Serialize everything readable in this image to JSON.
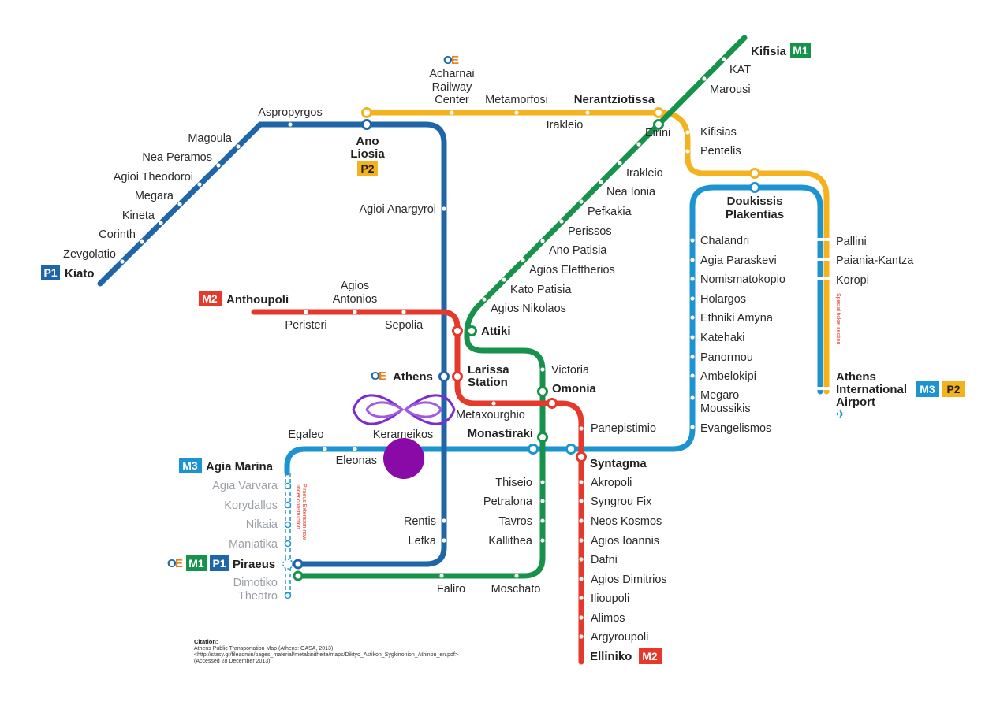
{
  "colors": {
    "m1": "#17924a",
    "m2": "#e53a2b",
    "m3": "#1c94d2",
    "p1": "#1f66a8",
    "p2": "#f4b21c",
    "logo_purple": "#8a0aa8"
  },
  "lines": {
    "m1": "M1",
    "m2": "M2",
    "m3": "M3",
    "p1": "P1",
    "p2": "P2"
  },
  "icons": {
    "ose": "ose-railway-logo-icon",
    "airplane": "airplane-icon",
    "logo": "butterfly-logo-icon"
  },
  "labels": {
    "kifisia": "Kifisia",
    "kat": "KAT",
    "marousi": "Marousi",
    "acharnai_1": "Acharnai",
    "acharnai_2": "Railway",
    "acharnai_3": "Center",
    "metamorfosi": "Metamorfosi",
    "nerantziotissa": "Nerantziotissa",
    "irakleio_p2": "Irakleio",
    "aspropyrgos": "Aspropyrgos",
    "magoula": "Magoula",
    "nea_peramos": "Nea Peramos",
    "agioi_theodoroi": "Agioi Theodoroi",
    "megara": "Megara",
    "kineta": "Kineta",
    "corinth": "Corinth",
    "zevgolatio": "Zevgolatio",
    "kiato": "Kiato",
    "ano_liosia_1": "Ano",
    "ano_liosia_2": "Liosia",
    "agioi_anargyroi": "Agioi Anargyroi",
    "kifisias": "Kifisias",
    "pentelis": "Pentelis",
    "eirini": "Eirini",
    "irakleio_m1": "Irakleio",
    "nea_ionia": "Nea Ionia",
    "pefkakia": "Pefkakia",
    "perissos": "Perissos",
    "ano_patisia": "Ano Patisia",
    "agios_eleftherios": "Agios Eleftherios",
    "kato_patisia": "Kato Patisia",
    "agios_nikolaos": "Agios Nikolaos",
    "attiki": "Attiki",
    "doukissis_1": "Doukissis",
    "doukissis_2": "Plakentias",
    "chalandri": "Chalandri",
    "agia_paraskevi": "Agia Paraskevi",
    "nomismatokopio": "Nomismatokopio",
    "holargos": "Holargos",
    "ethniki_amyna": "Ethniki Amyna",
    "katehaki": "Katehaki",
    "panormou": "Panormou",
    "ambelokipi": "Ambelokipi",
    "megaro_1": "Megaro",
    "megaro_2": "Moussikis",
    "evangelismos": "Evangelismos",
    "pallini": "Pallini",
    "paiania": "Paiania-Kantza",
    "koropi": "Koropi",
    "airport_1": "Athens",
    "airport_2": "International",
    "airport_3": "Airport",
    "special_ticket": "Special ticket section",
    "anthoupoli": "Anthoupoli",
    "agios_antonios_1": "Agios",
    "agios_antonios_2": "Antonios",
    "peristeri": "Peristeri",
    "sepolia": "Sepolia",
    "athens": "Athens",
    "larissa_1": "Larissa",
    "larissa_2": "Station",
    "victoria": "Victoria",
    "omonia": "Omonia",
    "metaxourghio": "Metaxourghio",
    "egaleo": "Egaleo",
    "kerameikos": "Kerameikos",
    "monastiraki": "Monastiraki",
    "panepistimio": "Panepistimio",
    "eleonas": "Eleonas",
    "agia_marina": "Agia Marina",
    "syntagma": "Syntagma",
    "agia_varvara": "Agia Varvara",
    "korydallos": "Korydallos",
    "nikaia": "Nikaia",
    "maniatika": "Maniatika",
    "piraeus": "Piraeus",
    "dimotiko_1": "Dimotiko",
    "dimotiko_2": "Theatro",
    "piraeus_ext_1": "Piraeus Extension now",
    "piraeus_ext_2": "under construction",
    "thiseio": "Thiseio",
    "petralona": "Petralona",
    "tavros": "Tavros",
    "kallithea": "Kallithea",
    "rentis": "Rentis",
    "lefka": "Lefka",
    "faliro": "Faliro",
    "moschato": "Moschato",
    "akropoli": "Akropoli",
    "syngrou_fix": "Syngrou Fix",
    "neos_kosmos": "Neos Kosmos",
    "agios_ioannis": "Agios Ioannis",
    "dafni": "Dafni",
    "agios_dimitrios": "Agios Dimitrios",
    "ilioupoli": "Ilioupoli",
    "alimos": "Alimos",
    "argyroupoli": "Argyroupoli",
    "elliniko": "Elliniko"
  },
  "citation": {
    "heading": "Citation:",
    "line1": "Athens Public Transportation Map (Athens: OASA, 2013)",
    "line2": "<http://stasy.gr/fileadmin/pages_material/metakinitheite/maps/Diktyo_Astikon_Sygkinonion_Athinon_en.pdf>",
    "line3": "(Accessed 28 December 2013)"
  }
}
